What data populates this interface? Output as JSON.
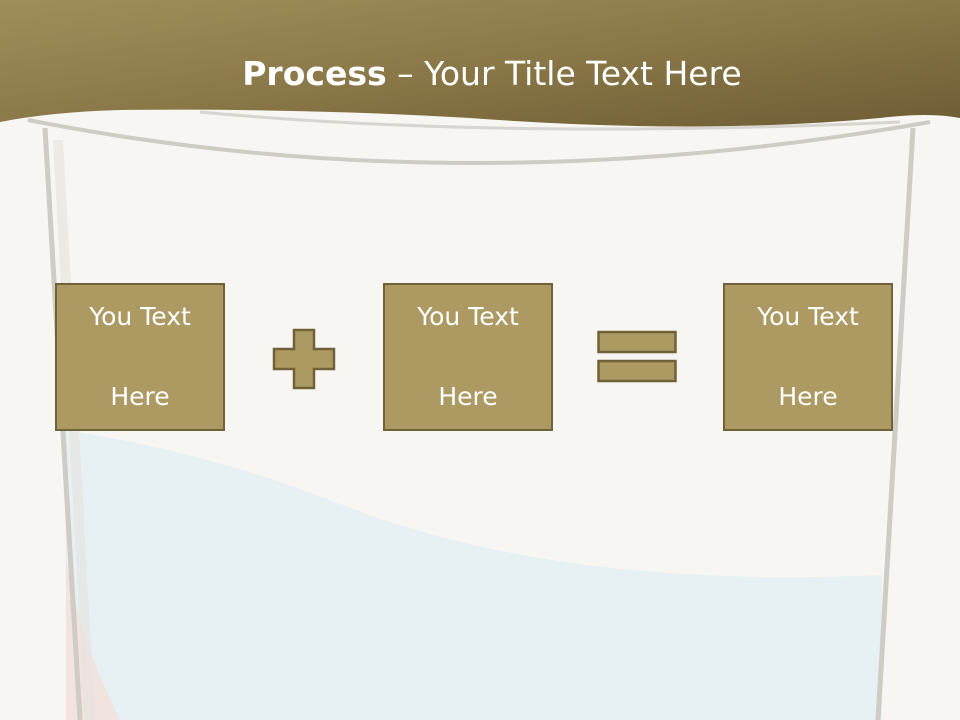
{
  "slide": {
    "title_bold": "Process",
    "title_rest": " – Your Title Text Here",
    "boxes": [
      {
        "line1": "You Text",
        "line2": "Here"
      },
      {
        "line1": "You Text",
        "line2": "Here"
      },
      {
        "line1": "You Text",
        "line2": "Here"
      }
    ],
    "operators": [
      "plus-icon",
      "equals-icon"
    ]
  },
  "colors": {
    "header": "#8d7a4a",
    "box_fill": "#ad9a63",
    "box_border": "#6f6239",
    "background": "#f8f6f2",
    "glass_outline": "#cfccc6",
    "liquid_blue": "#e6f0f2",
    "liquid_pink": "#f1e3e0"
  }
}
